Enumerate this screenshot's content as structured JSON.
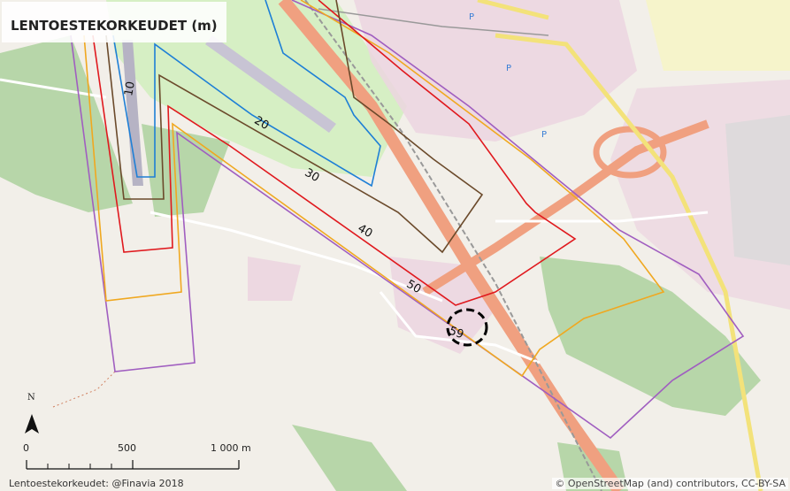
{
  "title": "LENTOESTEKORKEUDET (m)",
  "credit_left": "Lentoestekorkeudet: @Finavia 2018",
  "credit_right": "© OpenStreetMap (and) contributors, CC-BY-SA",
  "north_label": "N",
  "scale": {
    "labels": [
      "0",
      "500",
      "1 000 m"
    ]
  },
  "contours": [
    {
      "label": "10",
      "color": "#1e7fd6"
    },
    {
      "label": "20",
      "color": "#1e7fd6"
    },
    {
      "label": "30",
      "color": "#6b4a2b"
    },
    {
      "label": "40",
      "color": "#e0191e"
    },
    {
      "label": "50",
      "color": "#e0191e"
    },
    {
      "label": "59",
      "color": "#000000"
    }
  ],
  "map_pins": [
    "P",
    "P",
    "P"
  ]
}
